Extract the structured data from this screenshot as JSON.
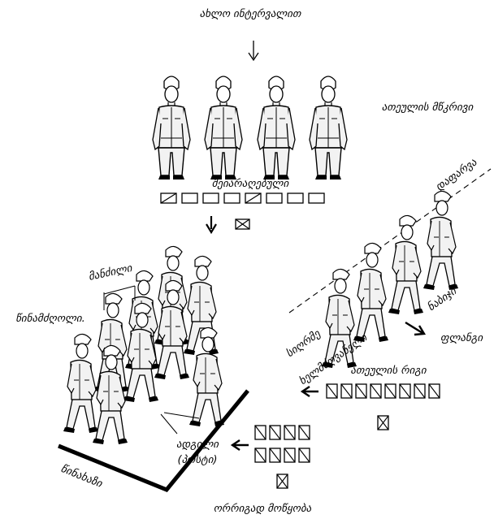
{
  "labels": {
    "top_interval": "ახლო ინტერვალით",
    "rank_line": "ათეულის მწკრივი",
    "armed": "შეიარაღებული",
    "direction": "დაფარვა",
    "step": "ნაბიჯი",
    "flank": "ფლანგი",
    "depth": "სიღრმე",
    "width": "ხელმძღვანელი",
    "column": "ათეულის რიგი",
    "leader": "წინამძღოლი.",
    "spacing": "მანძილი",
    "place": "ადგილი",
    "post": "(პოსტი)",
    "front": "წინახაზი",
    "double_file": "ორრიგად მოწყობა"
  },
  "colors": {
    "ink": "#000000",
    "paper": "#ffffff",
    "uniform": "#f2f2f2"
  },
  "icons": [
    "arrow-down-icon",
    "arrow-left-icon",
    "arrow-right-icon",
    "commander-cross-box-icon",
    "soldier-box-icon",
    "diagonal-box-icon"
  ]
}
